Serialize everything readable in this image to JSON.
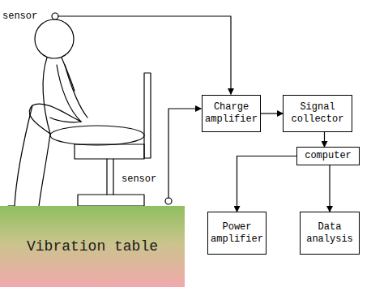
{
  "diagram": {
    "nodes": [
      {
        "text": [
          "Vibration table"
        ]
      },
      {
        "text": [
          "Charge amplifier"
        ]
      },
      {
        "text": [
          "Signal collector"
        ]
      },
      {
        "text": [
          "computer"
        ]
      },
      {
        "text": [
          "Power amplifier"
        ]
      },
      {
        "text": [
          "Data analysis"
        ]
      }
    ],
    "edges": [
      {
        "from": 1,
        "to": 2,
        "arrow": "to"
      },
      {
        "from": 2,
        "to": 3,
        "arrow": "to"
      },
      {
        "from": 3,
        "to": 4,
        "arrow": "to"
      },
      {
        "from": 3,
        "to": 5,
        "arrow": "to"
      }
    ],
    "labels": [
      "sensor",
      "sensor"
    ]
  }
}
